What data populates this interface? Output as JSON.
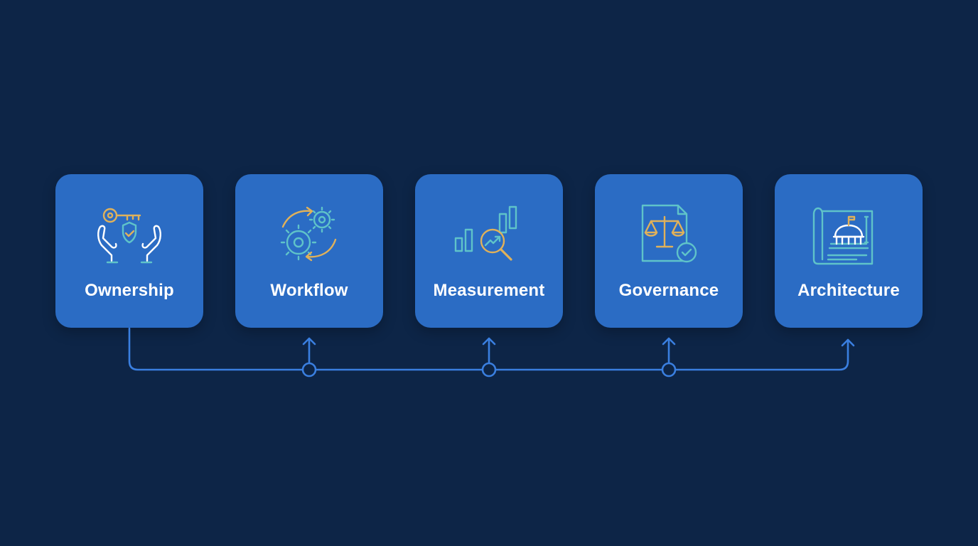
{
  "colors": {
    "background": "#0d2547",
    "card": "#2b6cc4",
    "connector": "#3a7fe0",
    "icon_teal": "#5fc3c9",
    "icon_gold": "#e0b15a"
  },
  "cards": [
    {
      "label": "Ownership",
      "icon": "hands-key-shield-icon"
    },
    {
      "label": "Workflow",
      "icon": "gears-cycle-icon"
    },
    {
      "label": "Measurement",
      "icon": "chart-magnifier-icon"
    },
    {
      "label": "Governance",
      "icon": "scales-document-check-icon"
    },
    {
      "label": "Architecture",
      "icon": "blueprint-capitol-icon"
    }
  ]
}
